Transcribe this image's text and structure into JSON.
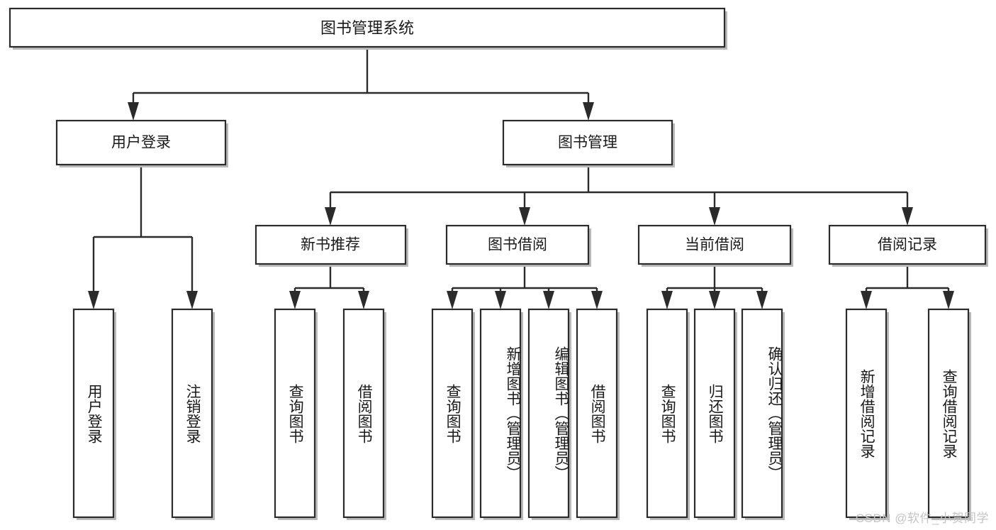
{
  "diagram": {
    "type": "tree-hierarchy",
    "title_node": {
      "id": "root",
      "label": "图书管理系统"
    },
    "level2": [
      {
        "id": "user-login",
        "label": "用户登录"
      },
      {
        "id": "book-manage",
        "label": "图书管理"
      }
    ],
    "level3": [
      {
        "id": "new-book-rec",
        "label": "新书推荐",
        "parent": "book-manage"
      },
      {
        "id": "book-borrow",
        "label": "图书借阅",
        "parent": "book-manage"
      },
      {
        "id": "current-borrow",
        "label": "当前借阅",
        "parent": "book-manage"
      },
      {
        "id": "borrow-record",
        "label": "借阅记录",
        "parent": "book-manage"
      }
    ],
    "leaves": [
      {
        "id": "leaf-user-login",
        "label": "用户登录",
        "parent": "user-login"
      },
      {
        "id": "leaf-logout",
        "label": "注销登录",
        "parent": "user-login"
      },
      {
        "id": "leaf-query-book-1",
        "label": "查询图书",
        "parent": "new-book-rec"
      },
      {
        "id": "leaf-borrow-book-1",
        "label": "借阅图书",
        "parent": "new-book-rec"
      },
      {
        "id": "leaf-query-book-2",
        "label": "查询图书",
        "parent": "book-borrow"
      },
      {
        "id": "leaf-add-book",
        "label": "新增图书（管理员）",
        "parent": "book-borrow"
      },
      {
        "id": "leaf-edit-book",
        "label": "编辑图书（管理员）",
        "parent": "book-borrow"
      },
      {
        "id": "leaf-borrow-book-2",
        "label": "借阅图书",
        "parent": "book-borrow"
      },
      {
        "id": "leaf-query-book-3",
        "label": "查询图书",
        "parent": "current-borrow"
      },
      {
        "id": "leaf-return-book",
        "label": "归还图书",
        "parent": "current-borrow"
      },
      {
        "id": "leaf-confirm-return",
        "label": "确认归还（管理员）",
        "parent": "current-borrow"
      },
      {
        "id": "leaf-add-record",
        "label": "新增借阅记录",
        "parent": "borrow-record"
      },
      {
        "id": "leaf-query-record",
        "label": "查询借阅记录",
        "parent": "borrow-record"
      }
    ]
  },
  "watermark": {
    "text": "CSDN @软件_小贺同学"
  },
  "colors": {
    "box_stroke": "#2b2b2b",
    "box_fill": "#ffffff",
    "connector": "#2b2b2b",
    "text": "#1a1a1a",
    "watermark": "#c4c4c4",
    "background": "#ffffff"
  }
}
